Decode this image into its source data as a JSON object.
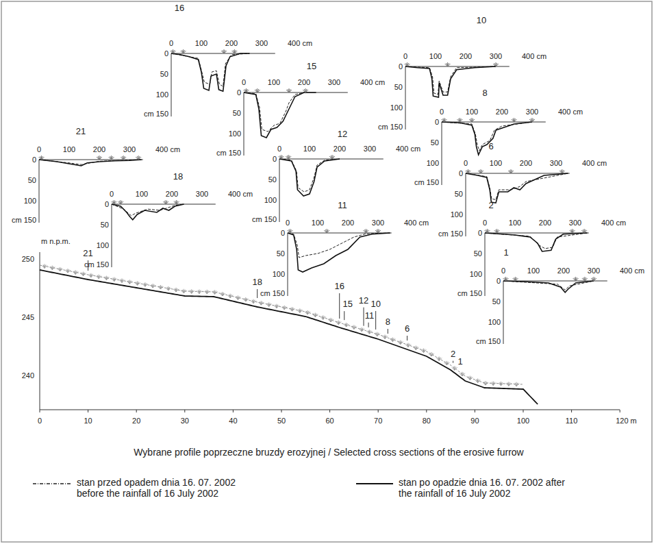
{
  "diagram": {
    "caption": "Wybrane profile poprzeczne bruzdy erozyjnej / Selected cross sections of the erosive furrow",
    "labels": [
      "16",
      "0",
      "100",
      "200",
      "300",
      "400 cm",
      "0",
      "50",
      "100",
      "cm 150",
      "10",
      "0",
      "100",
      "200",
      "300",
      "400 cm",
      "0",
      "50",
      "100",
      "cm 150",
      "15",
      "0",
      "100",
      "200",
      "300",
      "400 cm",
      "0",
      "50",
      "100",
      "cm 150",
      "8",
      "0",
      "100",
      "200",
      "300",
      "400 cm",
      "0",
      "50",
      "100",
      "cm 150",
      "21",
      "0",
      "100",
      "200",
      "300",
      "400 cm",
      "0",
      "50",
      "100",
      "cm 150",
      "12",
      "0",
      "100",
      "200",
      "300",
      "400 cm",
      "0",
      "50",
      "100",
      "cm 150",
      "6",
      "0",
      "100",
      "200",
      "300",
      "400 cm",
      "0",
      "50",
      "100",
      "cm 150",
      "18",
      "0",
      "100",
      "200",
      "300",
      "400 cm",
      "0",
      "50",
      "100",
      "cm 150",
      "2",
      "0",
      "100",
      "200",
      "300",
      "400 cm",
      "0",
      "50",
      "100",
      "cm 150",
      "11",
      "0",
      "100",
      "200",
      "300",
      "400 cm",
      "0",
      "50",
      "100",
      "cm 150",
      "1",
      "0",
      "100",
      "200",
      "300",
      "400 cm",
      "0",
      "50",
      "100",
      "cm 150",
      "m n.p.m.",
      "250",
      "245",
      "240",
      "0",
      "10",
      "20",
      "30",
      "40",
      "50",
      "60",
      "70",
      "80",
      "90",
      "100",
      "110",
      "120 m",
      "21",
      "18",
      "16",
      "15",
      "12",
      "11",
      "10",
      "8",
      "6",
      "2",
      "1"
    ],
    "legend": [
      {
        "text": "stan przed opadem dnia 16. 07. 2002 before the rainfall of 16 July 2002"
      },
      {
        "text": "stan po opadzie dnia 16. 07. 2002 after the rainfall of 16 July 2002"
      }
    ]
  }
}
